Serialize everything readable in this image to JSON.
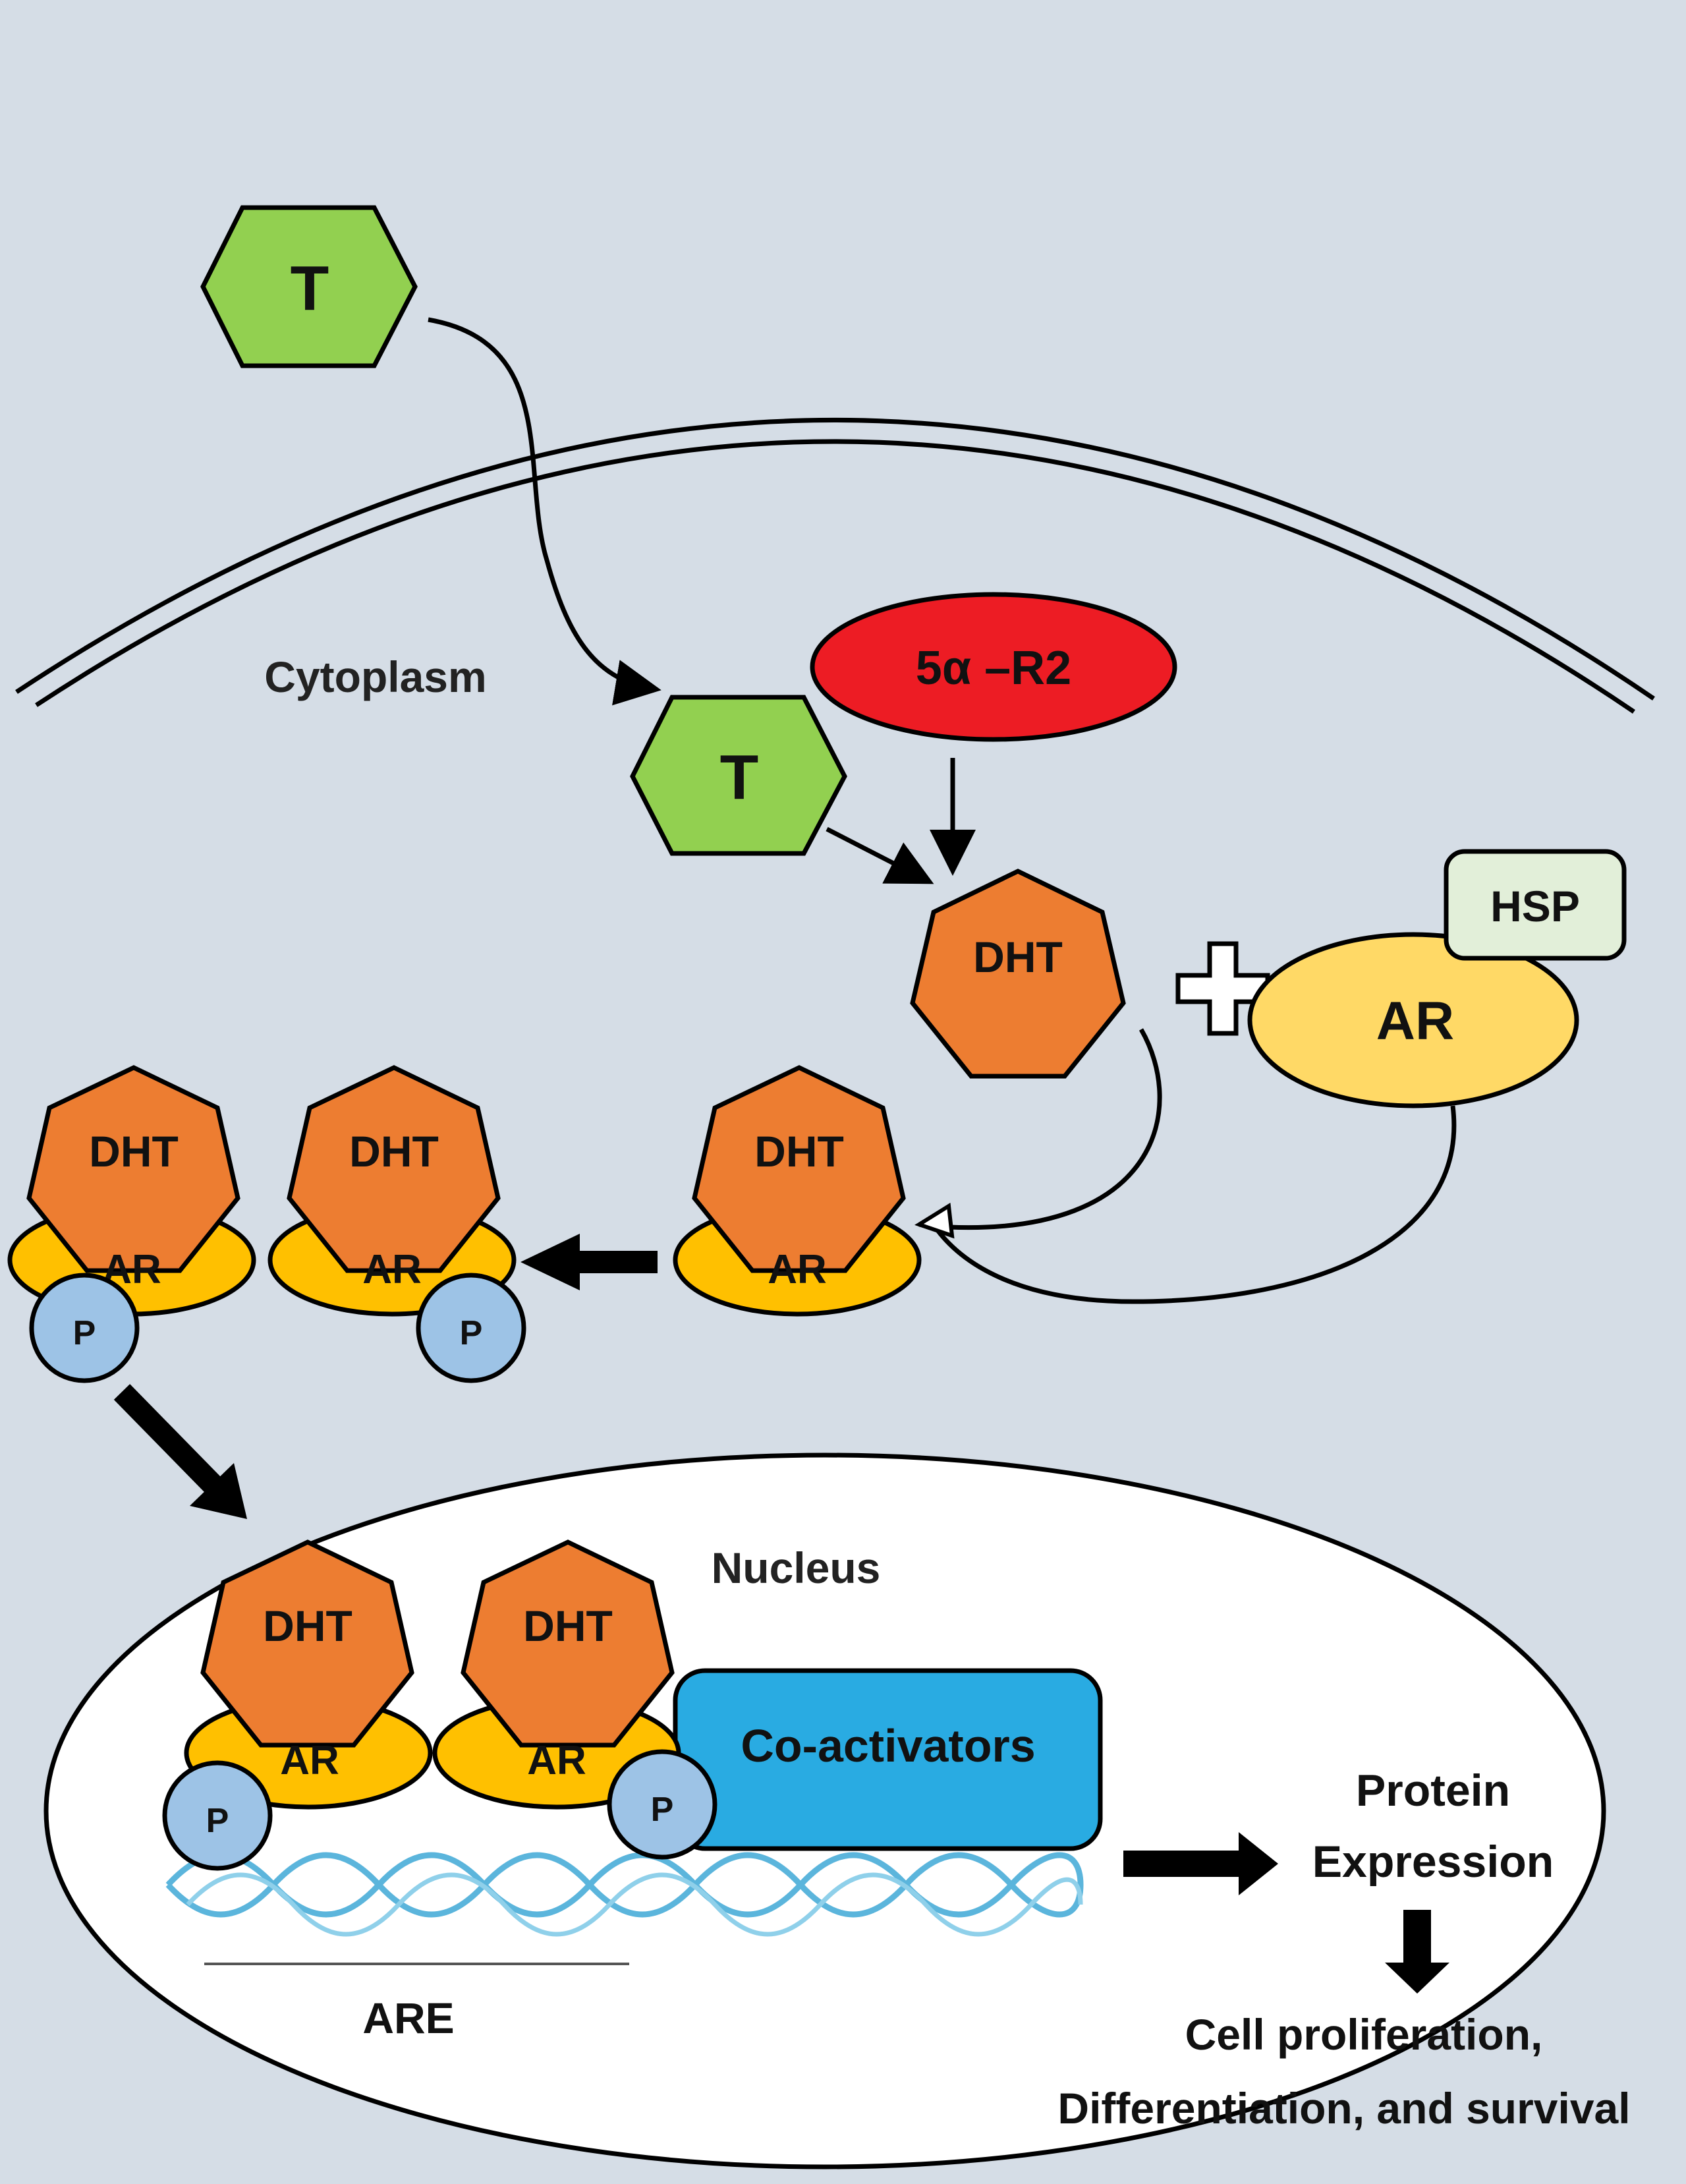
{
  "labels": {
    "cytoplasm": "Cytoplasm",
    "nucleus": "Nucleus",
    "are": "ARE",
    "protein_line1": "Protein",
    "protein_line2": "Expression",
    "outcome_line1": "Cell proliferation,",
    "outcome_line2": "Differentiation, and survival"
  },
  "molecules": {
    "testosterone": "T",
    "reductase": "5α –R2",
    "dht": "DHT",
    "hsp": "HSP",
    "receptor": "AR",
    "phosphate": "P",
    "coactivators": "Co-activators"
  },
  "colors": {
    "background": "#d5dde6",
    "testosterone": "#92d050",
    "reductase": "#ed1c24",
    "dht": "#ed7d31",
    "ar_free": "#ffd966",
    "ar_bound": "#ffc000",
    "phosphate": "#9dc3e6",
    "hsp": "#e2efd9",
    "coactivators": "#29abe2",
    "dna": "#5bb5dc",
    "nucleus": "#ffffff"
  }
}
